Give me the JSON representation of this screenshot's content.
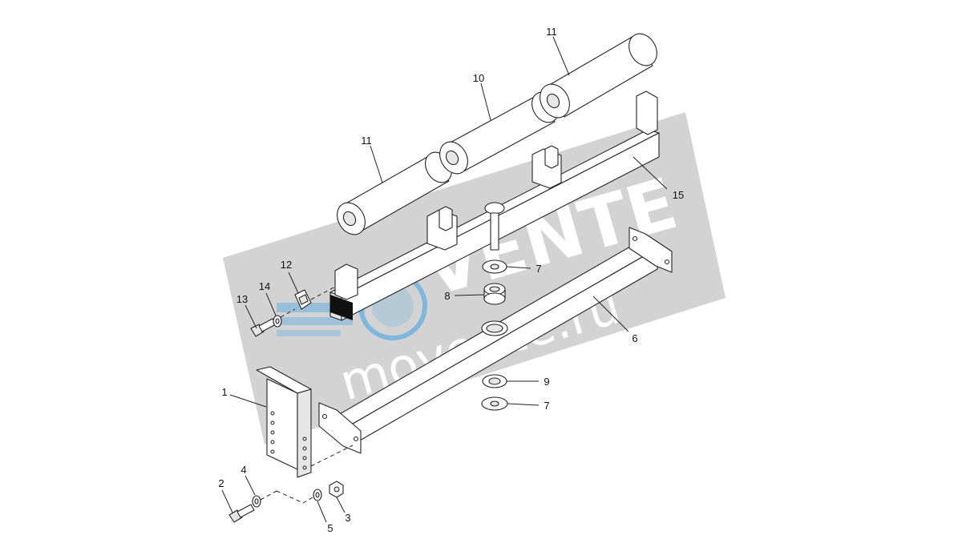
{
  "watermark": {
    "brand": "VENTE",
    "url": "movente.ru"
  },
  "callouts": {
    "c1": "1",
    "c2": "2",
    "c3": "3",
    "c4": "4",
    "c5": "5",
    "c6": "6",
    "c7a": "7",
    "c7b": "7",
    "c8": "8",
    "c9": "9",
    "c10": "10",
    "c11a": "11",
    "c11b": "11",
    "c12": "12",
    "c13": "13",
    "c14": "14",
    "c15": "15"
  }
}
